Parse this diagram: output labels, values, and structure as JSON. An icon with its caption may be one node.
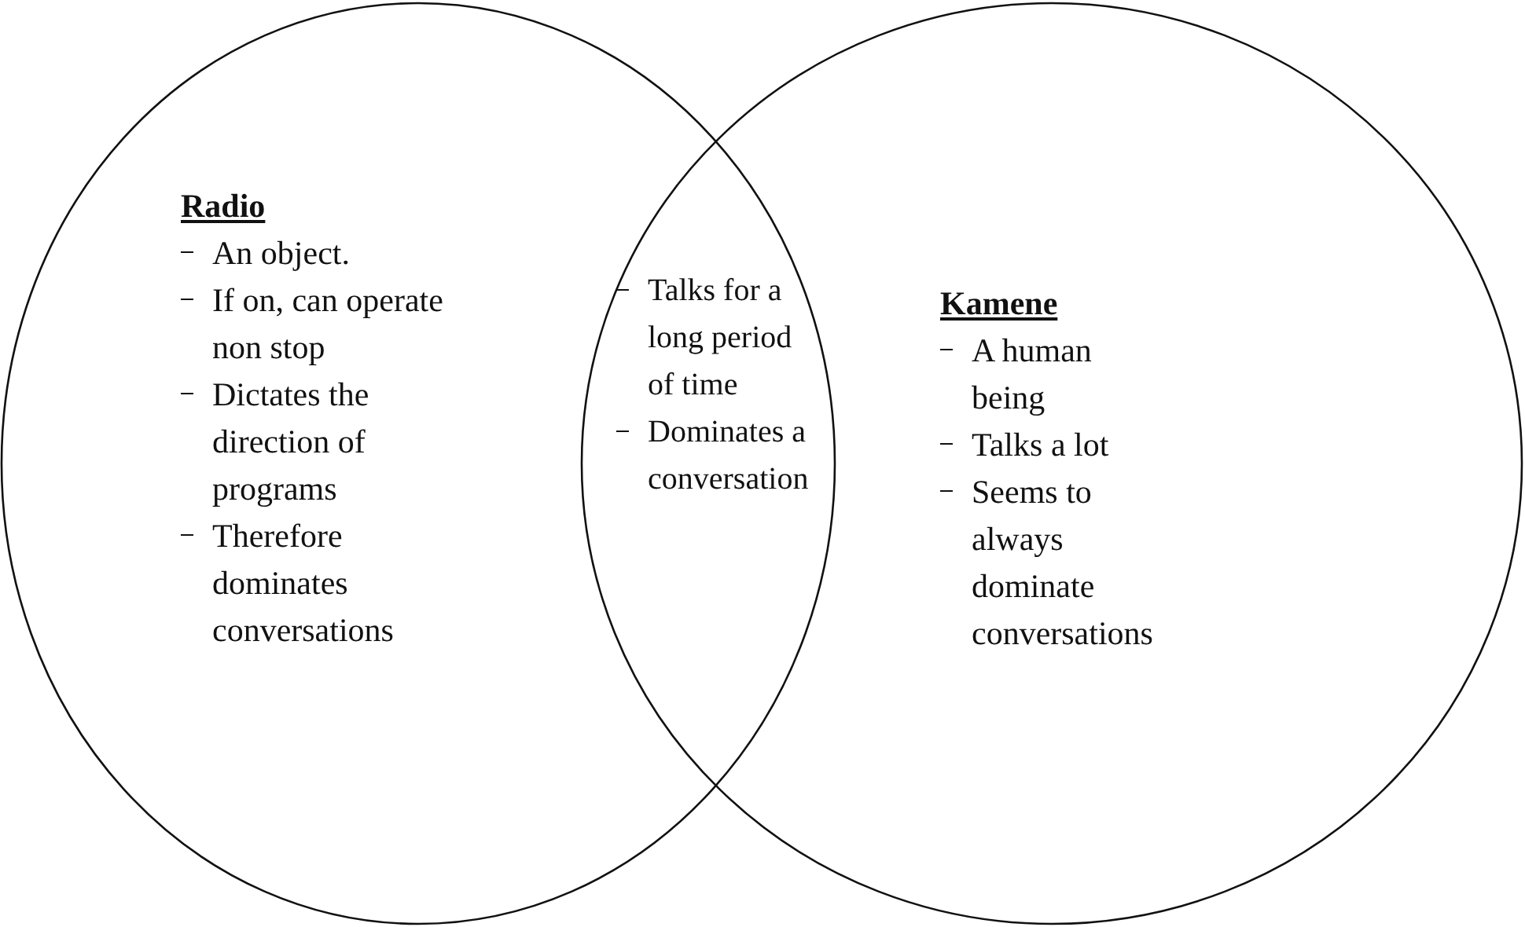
{
  "diagram": {
    "nodes": [
      {
        "text": [
          "Radio",
          "An object.",
          "If on, can operate non stop",
          "Dictates the direction of programs",
          "Therefore dominates conversations"
        ]
      },
      {
        "text": [
          "Kamene",
          "A human being",
          "Talks a lot",
          "Seems to always dominate conversations"
        ]
      }
    ],
    "labels": [
      "Talks for a long period of time",
      "Dominates a conversation"
    ]
  }
}
